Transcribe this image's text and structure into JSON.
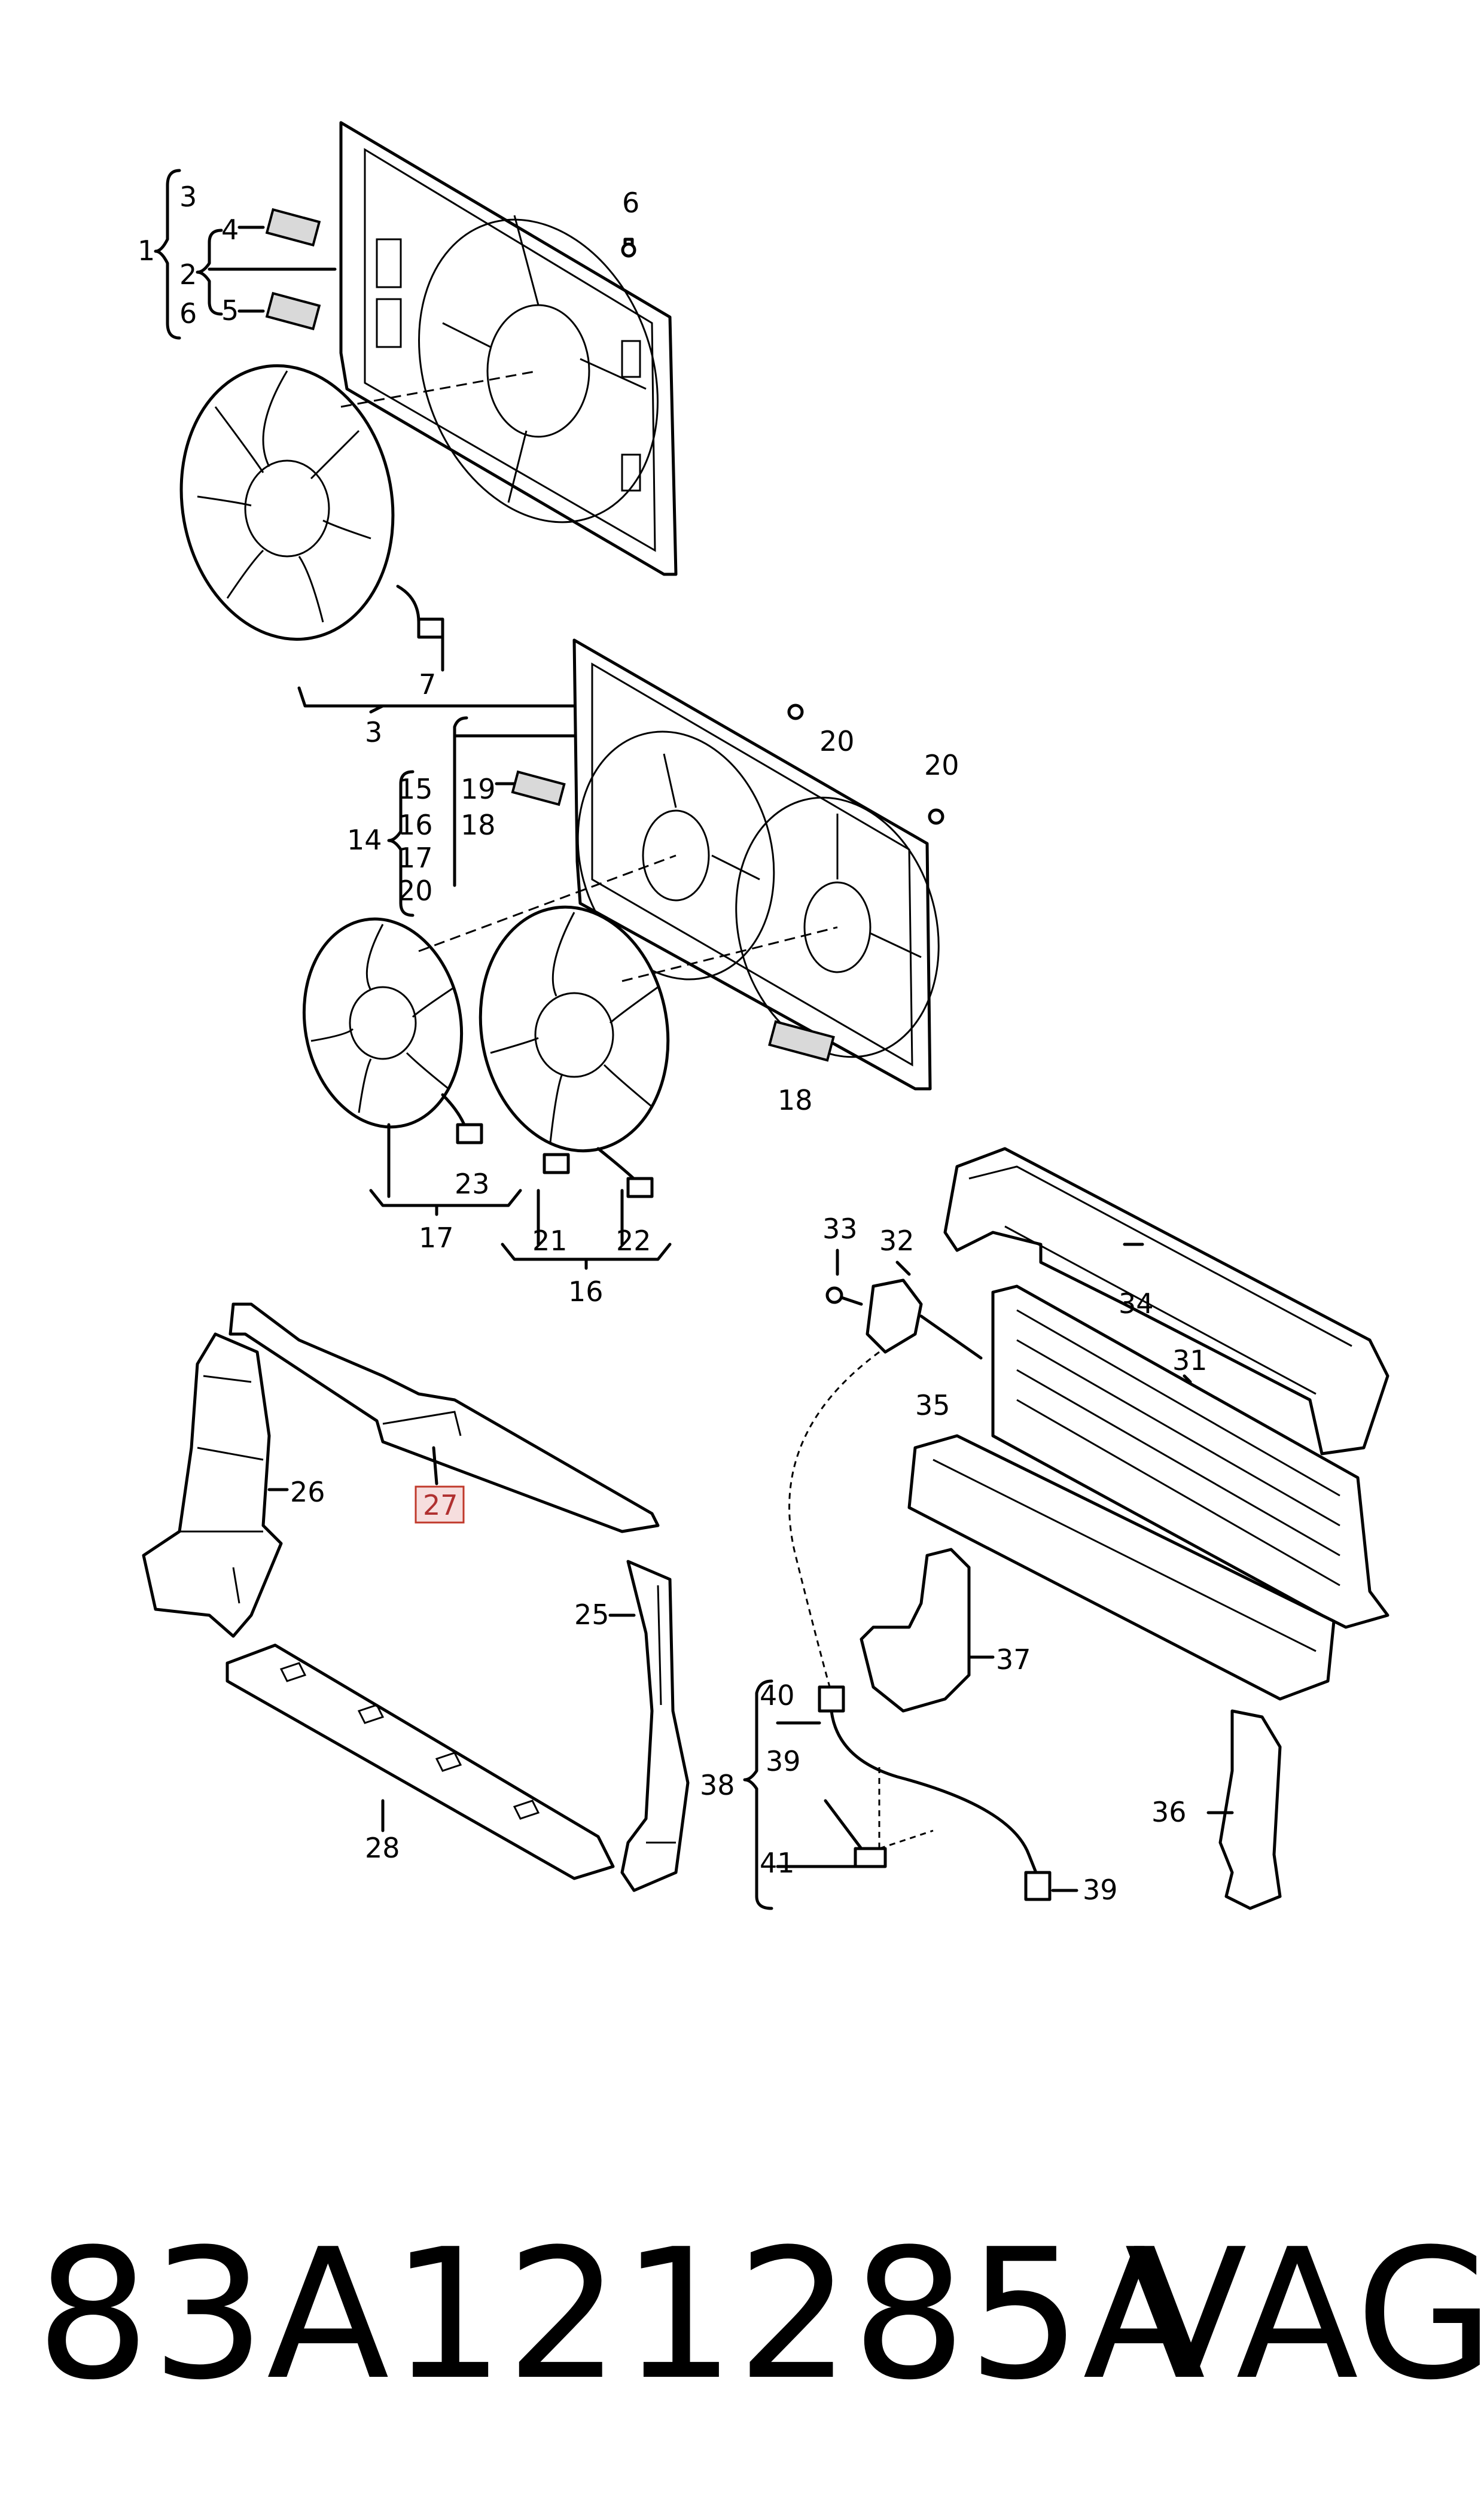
{
  "callouts": {
    "top_group": [
      "3",
      "4",
      "1",
      "2",
      "5",
      "6",
      "6",
      "7",
      "3"
    ],
    "middle_group": [
      "20",
      "20",
      "15",
      "19",
      "16",
      "18",
      "14",
      "17",
      "20",
      "18",
      "23",
      "17",
      "21",
      "22",
      "16"
    ],
    "bottom_left": [
      "26",
      "27",
      "25",
      "28"
    ],
    "bottom_right": [
      "33",
      "32",
      "34",
      "31",
      "35",
      "37",
      "40",
      "38",
      "39",
      "36",
      "41",
      "39"
    ]
  },
  "highlighted_callout": "27",
  "footer": {
    "part_number": "83A121285A",
    "brand": "VAG"
  },
  "colors": {
    "line": "#000000",
    "highlight_box": "#f6dede",
    "highlight_text": "#b03030"
  }
}
